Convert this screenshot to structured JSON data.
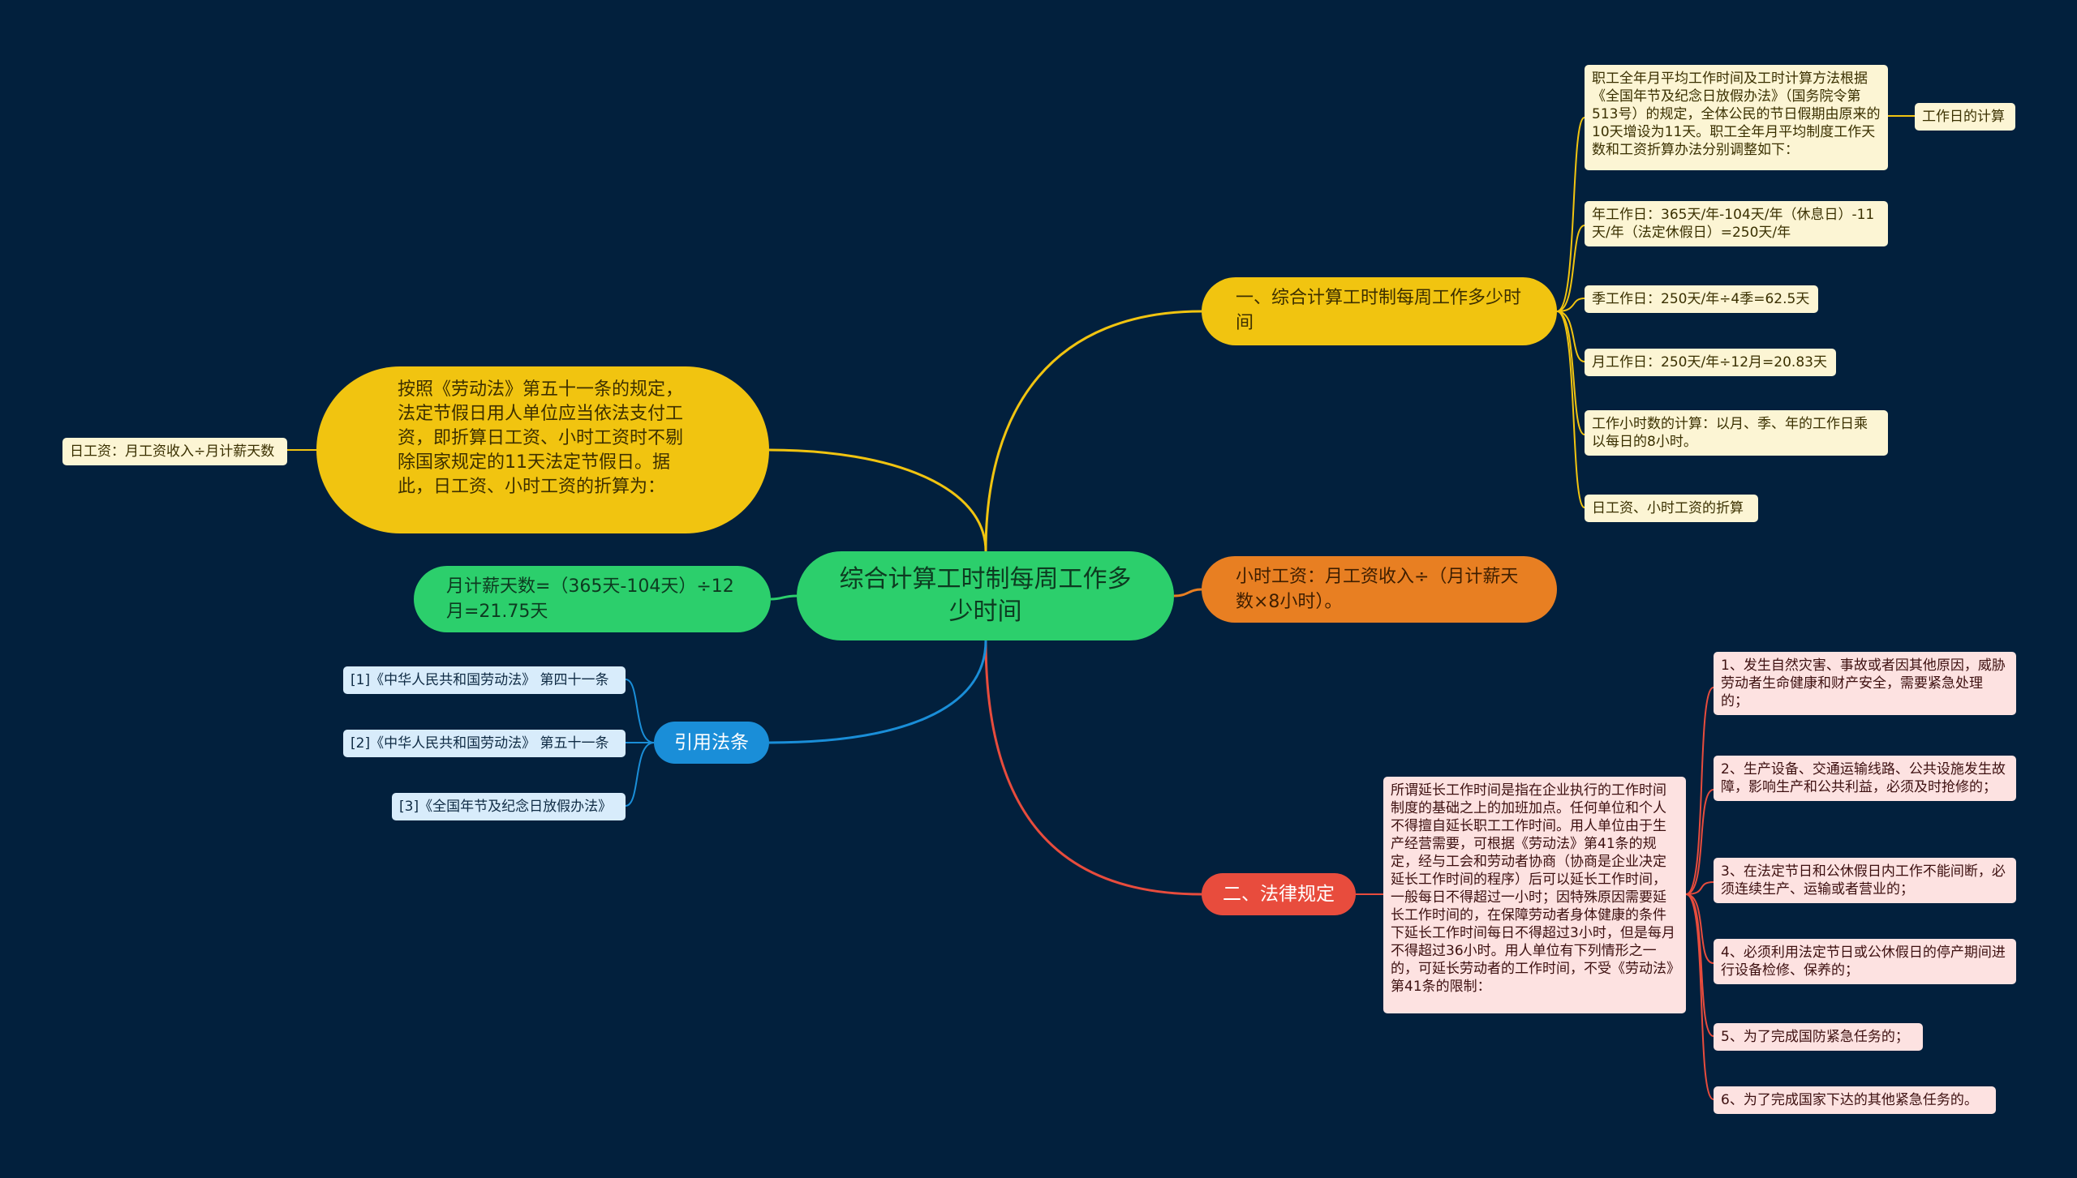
{
  "center": "综合计算工时制每周工作多少时间",
  "left": {
    "main_text": "按照《劳动法》第五十一条的规定，法定节假日用人单位应当依法支付工资，即折算日工资、小时工资时不剔除国家规定的11天法定节假日。据此，日工资、小时工资的折算为：",
    "main_leaf": "日工资：月工资收入÷月计薪天数",
    "monthly_days": "月计薪天数=（365天-104天）÷12月=21.75天",
    "citations_label": "引用法条",
    "citations": [
      "[1]《中华人民共和国劳动法》 第四十一条",
      "[2]《中华人民共和国劳动法》 第五十一条",
      "[3]《全国年节及纪念日放假办法》"
    ]
  },
  "branch1": {
    "label": "一、综合计算工时制每周工作多少时间",
    "items": [
      "职工全年月平均工作时间及工时计算方法根据《全国年节及纪念日放假办法》（国务院令第513号）的规定，全体公民的节日假期由原来的10天增设为11天。职工全年月平均制度工作天数和工资折算办法分别调整如下：",
      "年工作日：365天/年-104天/年（休息日）-11天/年（法定休假日）=250天/年",
      "季工作日：250天/年÷4季=62.5天",
      "月工作日：250天/年÷12月=20.83天",
      "工作小时数的计算：以月、季、年的工作日乘以每日的8小时。",
      "日工资、小时工资的折算"
    ],
    "sub_leaf": "工作日的计算"
  },
  "branch2": {
    "label": "小时工资：月工资收入÷（月计薪天数×8小时）。"
  },
  "branch3": {
    "label": "二、法律规定",
    "main_text": "所谓延长工作时间是指在企业执行的工作时间制度的基础之上的加班加点。任何单位和个人不得擅自延长职工工作时间。用人单位由于生产经营需要，可根据《劳动法》第41条的规定，经与工会和劳动者协商（协商是企业决定延长工作时间的程序）后可以延长工作时间，一般每日不得超过一小时；因特殊原因需要延长工作时间的，在保障劳动者身体健康的条件下延长工作时间每日不得超过3小时，但是每月不得超过36小时。用人单位有下列情形之一的，可延长劳动者的工作时间，不受《劳动法》第41条的限制：",
    "items": [
      "1、发生自然灾害、事故或者因其他原因，威胁劳动者生命健康和财产安全，需要紧急处理的；",
      "2、生产设备、交通运输线路、公共设施发生故障，影响生产和公共利益，必须及时抢修的；",
      "3、在法定节日和公休假日内工作不能间断，必须连续生产、运输或者营业的；",
      "4、必须利用法定节日或公休假日的停产期间进行设备检修、保养的；",
      "5、为了完成国防紧急任务的；",
      "6、为了完成国家下达的其他紧急任务的。"
    ]
  },
  "colors": {
    "background": "#02203d",
    "green": "#2ccf6c",
    "yellow": "#f1c410",
    "orange": "#e87f22",
    "red": "#e84c3d",
    "blue": "#1a8ed8"
  }
}
